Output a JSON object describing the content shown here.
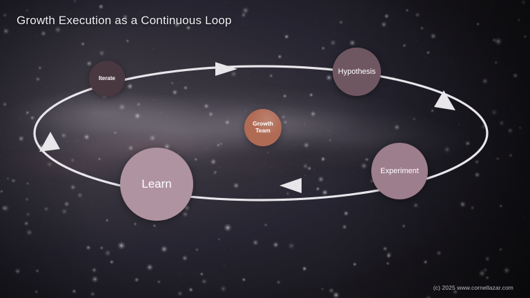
{
  "slide": {
    "title": "Growth Execution as a Continuous Loop",
    "footer": "(c) 2025 www.cornellazar.com",
    "background": {
      "kind": "starfield-nebula-photo",
      "base_color": "#2b2833",
      "accent_color": "#d8d0d8"
    }
  },
  "diagram": {
    "type": "continuous-loop",
    "direction": "clockwise",
    "loop_color": "#e8e6ea",
    "center_node": {
      "id": "growth-team",
      "label": "Growth Team",
      "line1": "Growth",
      "line2": "Team",
      "color": "#b06b55",
      "size": 54
    },
    "nodes": [
      {
        "id": "hypothesis",
        "label": "Hypothesis",
        "color": "#6f5762",
        "size": 70,
        "order": 1
      },
      {
        "id": "experiment",
        "label": "Experiment",
        "color": "#9d7e8c",
        "size": 82,
        "order": 2
      },
      {
        "id": "learn",
        "label": "Learn",
        "color": "#b093a0",
        "size": 106,
        "order": 3
      },
      {
        "id": "iterate",
        "label": "Iterate",
        "color": "#4a3840",
        "size": 52,
        "order": 4
      }
    ],
    "arrows": [
      {
        "id": "arrow-top",
        "points": "right",
        "between": "Iterate to Hypothesis"
      },
      {
        "id": "arrow-right",
        "points": "down",
        "between": "Hypothesis to Experiment"
      },
      {
        "id": "arrow-bottom",
        "points": "left",
        "between": "Experiment to Learn"
      },
      {
        "id": "arrow-left",
        "points": "up",
        "between": "Learn to Iterate"
      }
    ]
  }
}
